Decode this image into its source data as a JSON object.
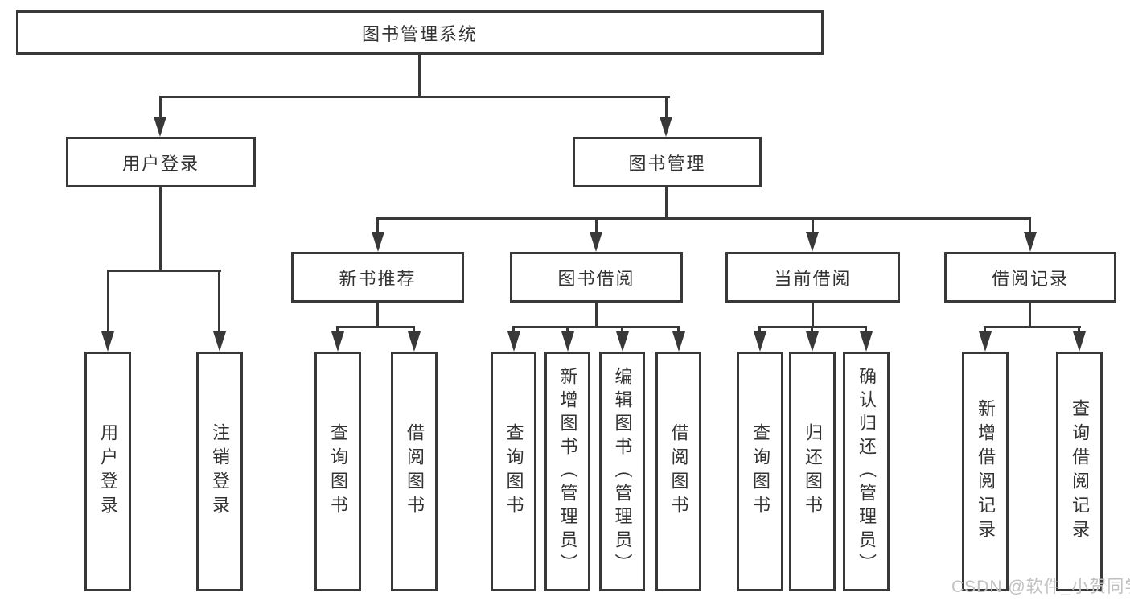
{
  "diagram": {
    "root": {
      "label": "图书管理系统"
    },
    "level2": [
      {
        "label": "用户登录",
        "children": [
          {
            "label": "用户登录"
          },
          {
            "label": "注销登录"
          }
        ]
      },
      {
        "label": "图书管理",
        "children": [
          {
            "label": "新书推荐",
            "children": [
              {
                "label": "查询图书"
              },
              {
                "label": "借阅图书"
              }
            ]
          },
          {
            "label": "图书借阅",
            "children": [
              {
                "label": "查询图书"
              },
              {
                "label": "新增图书（管理员）"
              },
              {
                "label": "编辑图书（管理员）"
              },
              {
                "label": "借阅图书"
              }
            ]
          },
          {
            "label": "当前借阅",
            "children": [
              {
                "label": "查询图书"
              },
              {
                "label": "归还图书"
              },
              {
                "label": "确认归还（管理员）"
              }
            ]
          },
          {
            "label": "借阅记录",
            "children": [
              {
                "label": "新增借阅记录"
              },
              {
                "label": "查询借阅记录"
              }
            ]
          }
        ]
      }
    ]
  },
  "watermark": {
    "text": "CSDN @软件_小贺同学"
  },
  "colors": {
    "line": "#383838",
    "text": "#333333",
    "watermark": "#c1c1c1",
    "background": "#ffffff"
  }
}
